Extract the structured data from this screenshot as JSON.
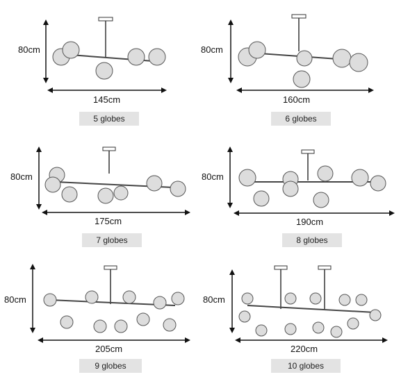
{
  "panels": [
    {
      "height": "80cm",
      "width": "145cm",
      "label": "5 globes"
    },
    {
      "height": "80cm",
      "width": "160cm",
      "label": "6 globes"
    },
    {
      "height": "80cm",
      "width": "175cm",
      "label": "7 globes"
    },
    {
      "height": "80cm",
      "width": "190cm",
      "label": "8 globes"
    },
    {
      "height": "80cm",
      "width": "205cm",
      "label": "9 globes"
    },
    {
      "height": "80cm",
      "width": "220cm",
      "label": "10 globes"
    }
  ]
}
